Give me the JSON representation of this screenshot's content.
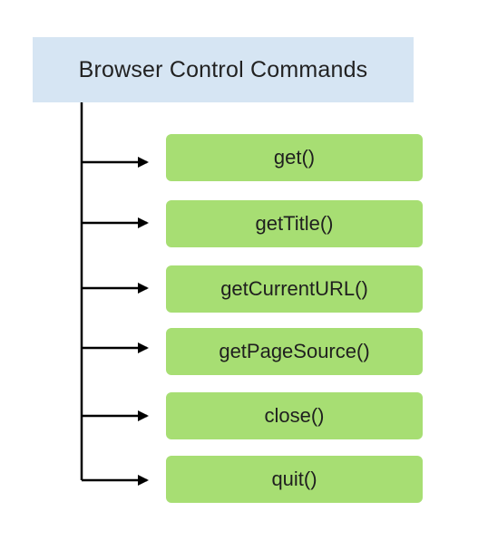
{
  "root": {
    "label": "Browser Control Commands",
    "fill_color": "#d6e5f3"
  },
  "commands": [
    {
      "label": "get()"
    },
    {
      "label": "getTitle()"
    },
    {
      "label": "getCurrentURL()"
    },
    {
      "label": "getPageSource()"
    },
    {
      "label": "close()"
    },
    {
      "label": "quit()"
    }
  ],
  "colors": {
    "command_fill": "#a7de73",
    "connector": "#000000"
  }
}
